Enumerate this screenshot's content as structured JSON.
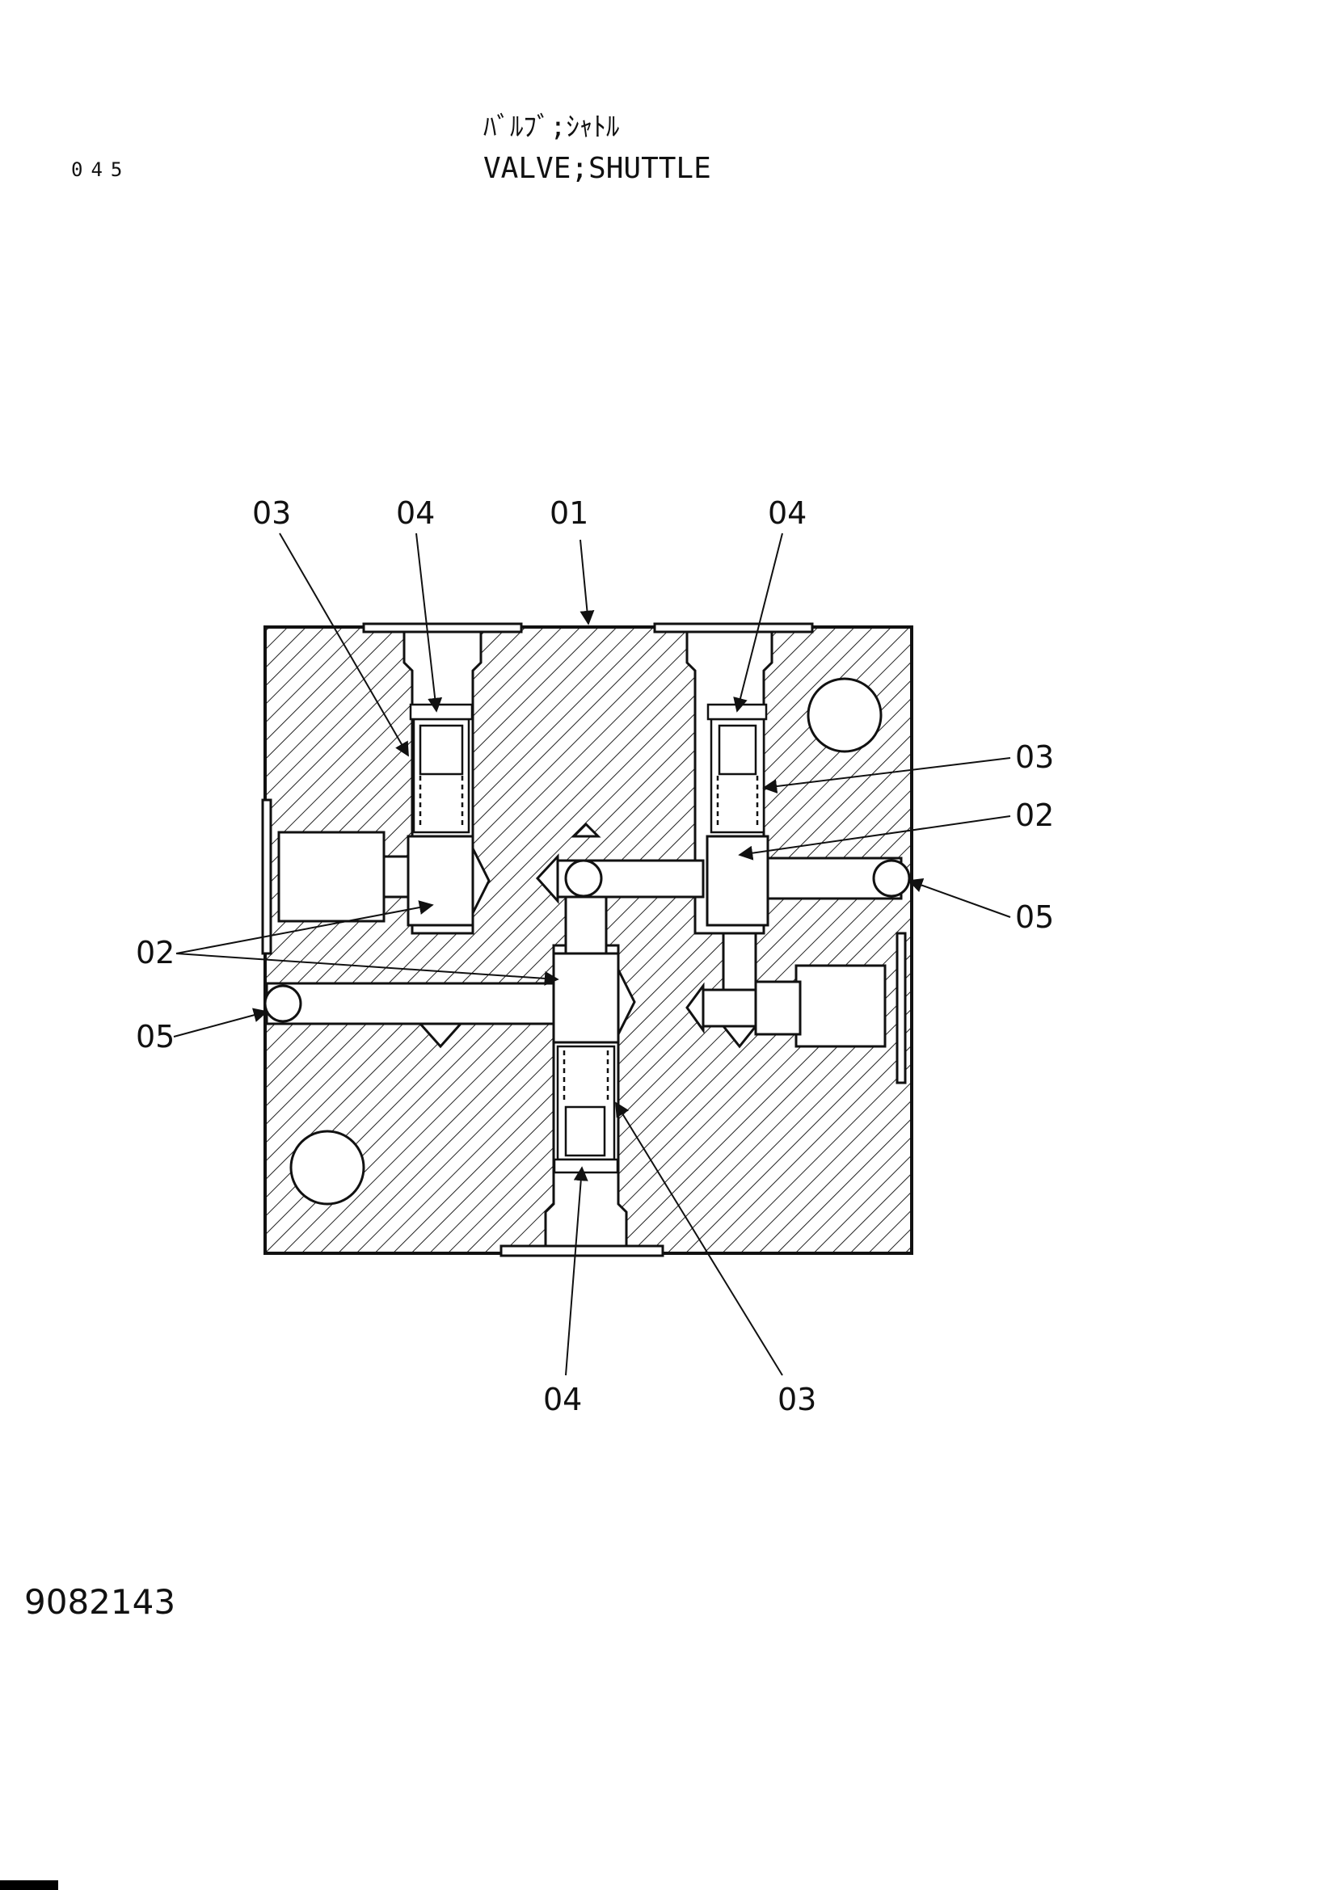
{
  "header": {
    "page_number": "045",
    "title_jp": "ﾊﾞﾙﾌﾞ;ｼｬﾄﾙ",
    "title_en": "VALVE;SHUTTLE"
  },
  "footer": {
    "drawing_number": "9082143"
  },
  "callouts": {
    "c01": "01",
    "c02a": "02",
    "c02b": "02",
    "c03a": "03",
    "c03b": "03",
    "c03c": "03",
    "c04a": "04",
    "c04b": "04",
    "c04c": "04",
    "c05a": "05",
    "c05b": "05"
  }
}
